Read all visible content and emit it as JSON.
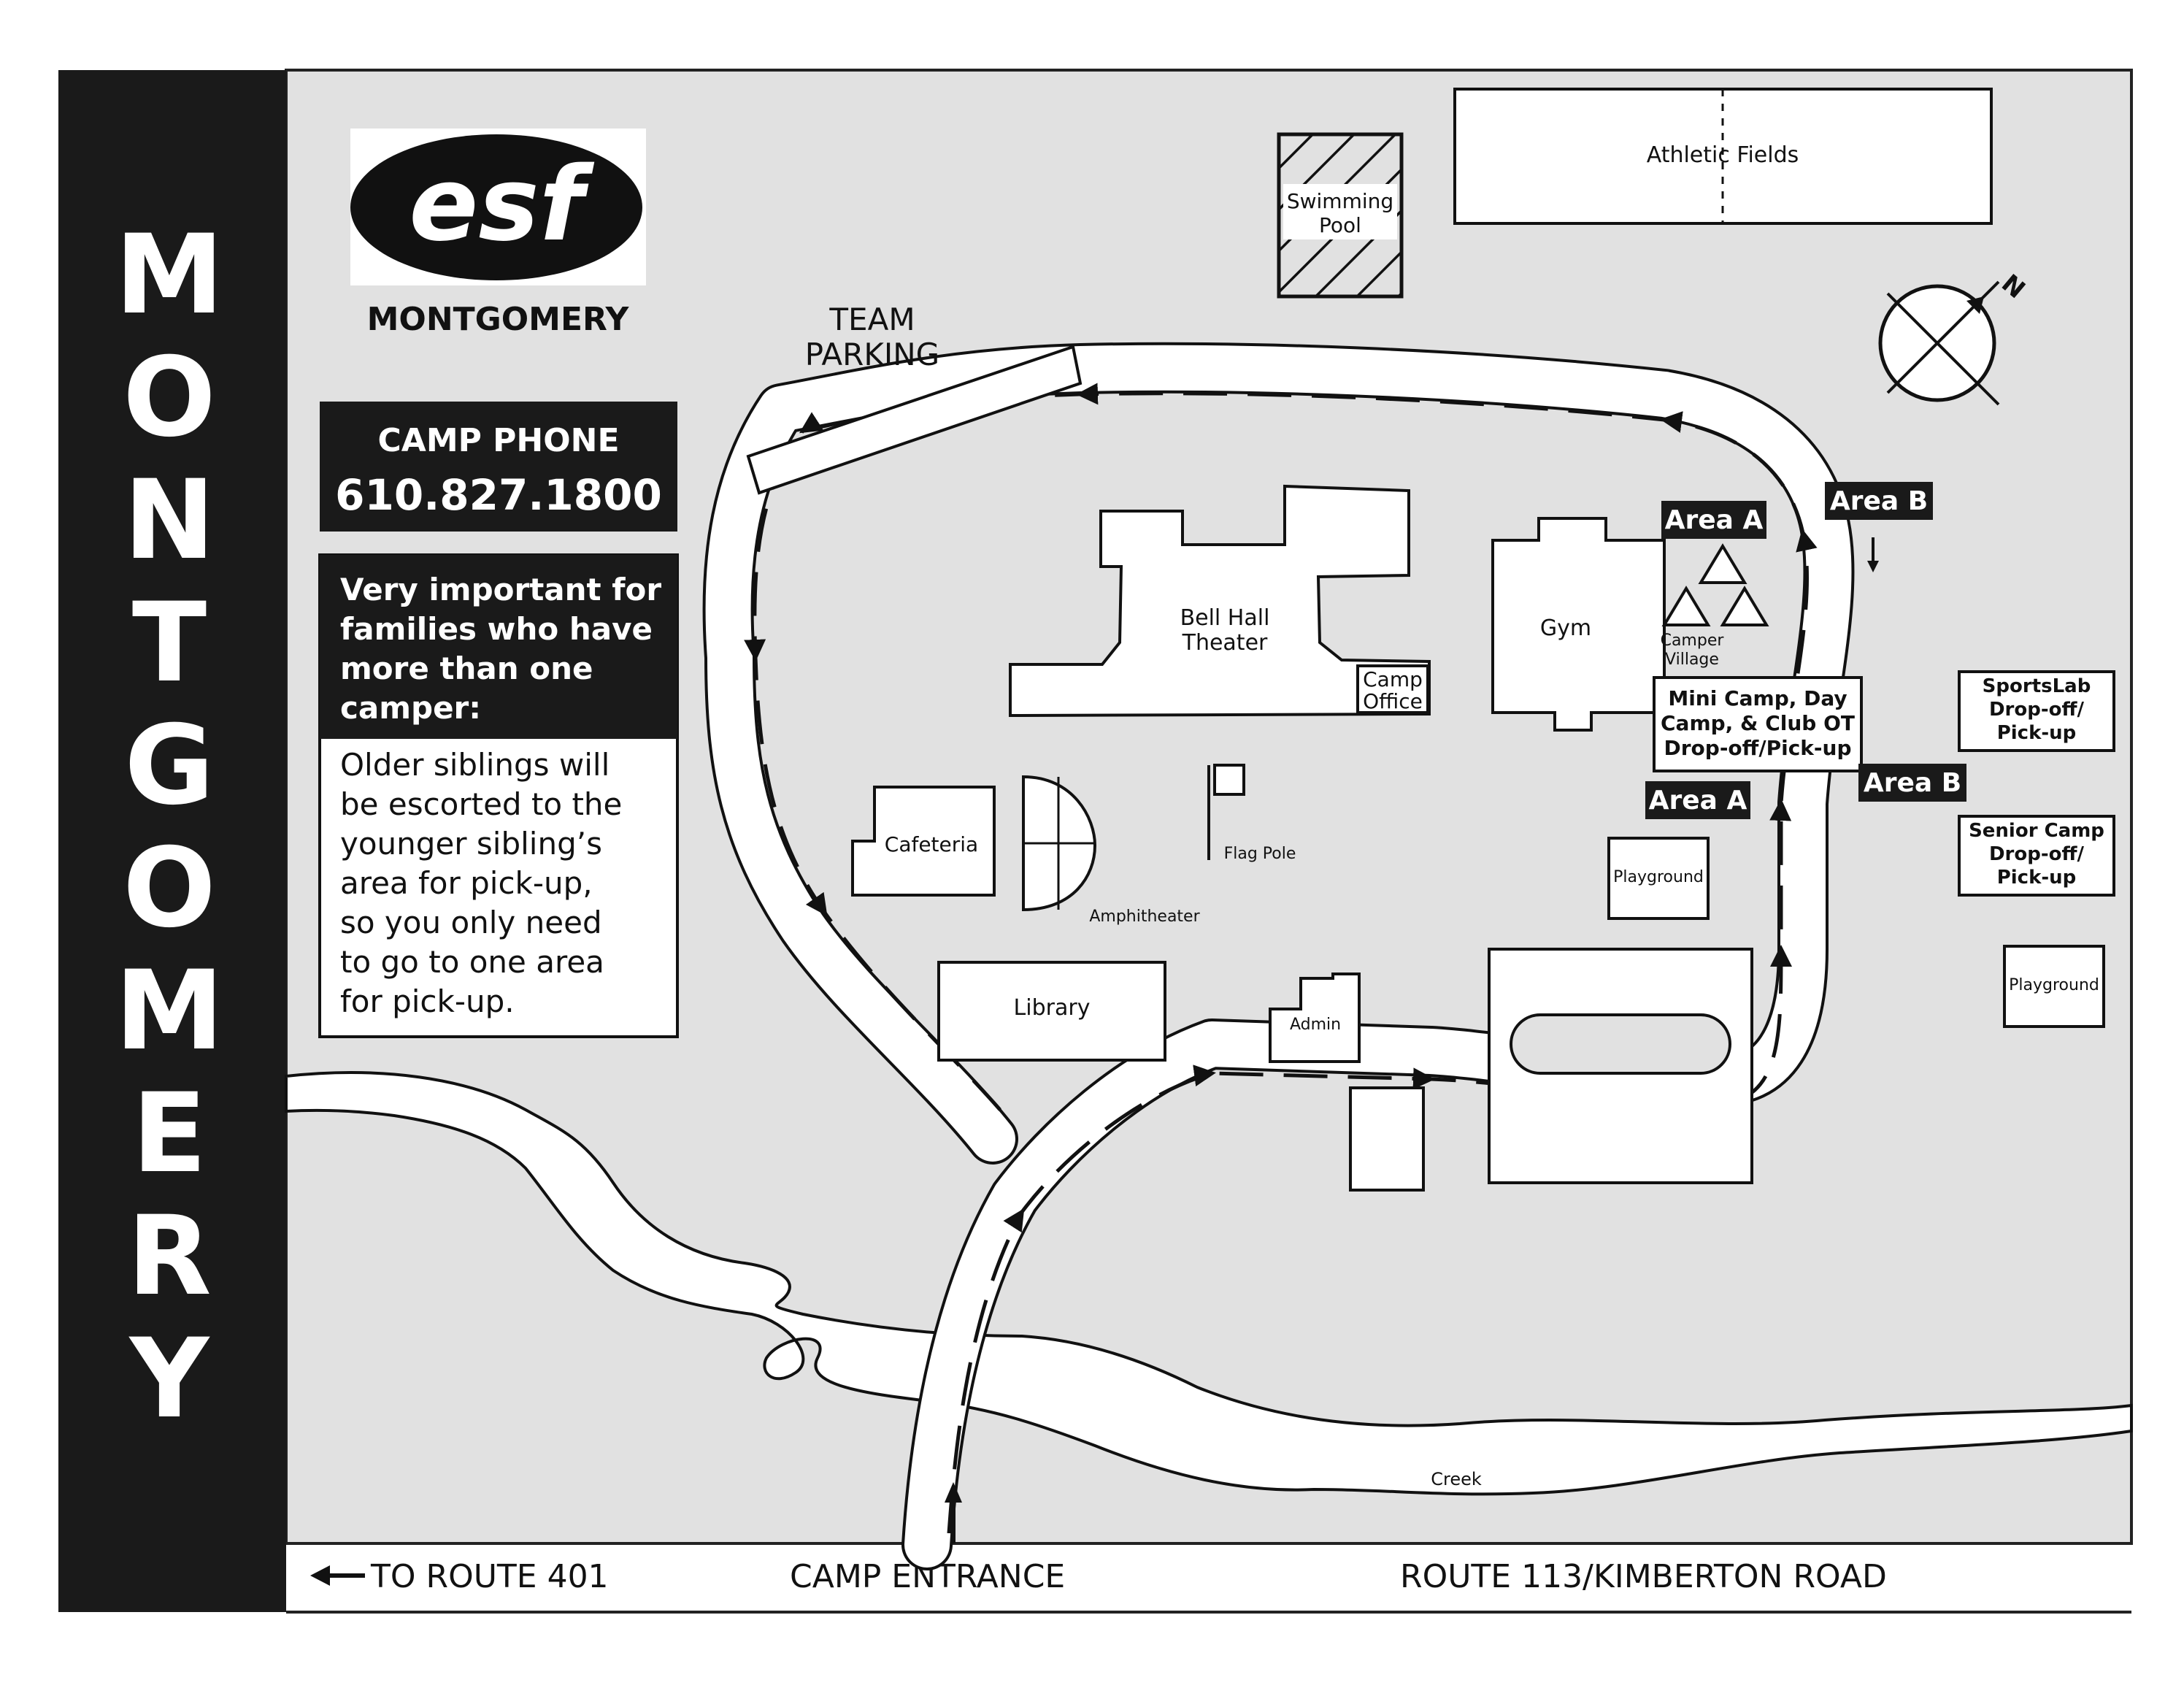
{
  "sidebar": {
    "letters": [
      "M",
      "O",
      "N",
      "T",
      "G",
      "O",
      "M",
      "E",
      "R",
      "Y"
    ]
  },
  "logo": {
    "text": "esf",
    "subtitle": "MONTGOMERY"
  },
  "phone_box": {
    "label": "CAMP PHONE",
    "number": "610.827.1800"
  },
  "notice": {
    "heading_lines": [
      "Very important for",
      "families who have",
      "more than one",
      "camper:"
    ],
    "body_lines": [
      "Older siblings will",
      "be escorted to the",
      "younger sibling’s",
      "area for pick-up,",
      "so you only need",
      "to go to one area",
      "for pick-up."
    ]
  },
  "places": {
    "team_parking_lines": [
      "TEAM",
      "PARKING"
    ],
    "swimming_pool_lines": [
      "Swimming",
      "Pool"
    ],
    "athletic_fields": "Athletic Fields",
    "bell_hall_lines": [
      "Bell Hall",
      "Theater"
    ],
    "camp_office_lines": [
      "Camp",
      "Office"
    ],
    "gym": "Gym",
    "camper_village_lines": [
      "Camper",
      "Village"
    ],
    "cafeteria": "Cafeteria",
    "amphitheater": "Amphitheater",
    "flag_pole": "Flag Pole",
    "library": "Library",
    "admin": "Admin",
    "playground_inner": "Playground",
    "playground_outer": "Playground",
    "creek": "Creek"
  },
  "dropoff": {
    "main_lines": [
      "Mini Camp, Day",
      "Camp, & Club OT",
      "Drop-off/Pick-up"
    ],
    "sportslab_lines": [
      "SportsLab",
      "Drop-off/",
      "Pick-up"
    ],
    "senior_lines": [
      "Senior Camp",
      "Drop-off/",
      "Pick-up"
    ]
  },
  "areas": {
    "area_a": "Area A",
    "area_b": "Area B"
  },
  "compass": {
    "north": "N"
  },
  "roads": {
    "to_route": "TO ROUTE 401",
    "entrance": "CAMP ENTRANCE",
    "route_113": "ROUTE 113/KIMBERTON ROAD"
  }
}
